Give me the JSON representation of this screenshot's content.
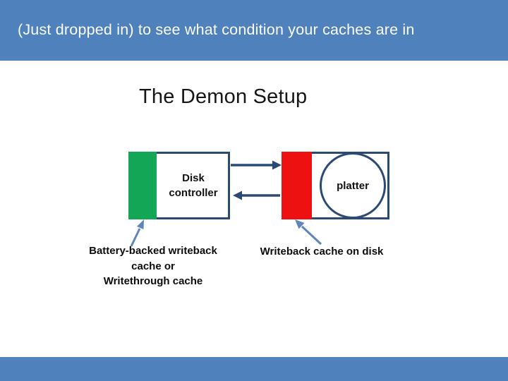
{
  "slide": {
    "header": "(Just dropped in) to see what condition your caches are in",
    "title": "The Demon Setup"
  },
  "diagram": {
    "disk_controller_label": "Disk controller",
    "platter_label": "platter",
    "arrows": [
      "disk-controller-to-disk",
      "disk-to-disk-controller",
      "callout-to-controller-cache",
      "callout-to-disk-cache"
    ]
  },
  "captions": {
    "left_lines": [
      "Battery-backed writeback",
      "cache or",
      "Writethrough cache"
    ],
    "right": "Writeback cache on disk"
  },
  "colors": {
    "band_blue": "#4f81bd",
    "outline_navy": "#2a4a73",
    "cache_green": "#12a656",
    "cache_red": "#ee1111",
    "callout_blue": "#5e86ba",
    "header_text": "#fdfdfd",
    "body_text": "#0d0d0d"
  }
}
